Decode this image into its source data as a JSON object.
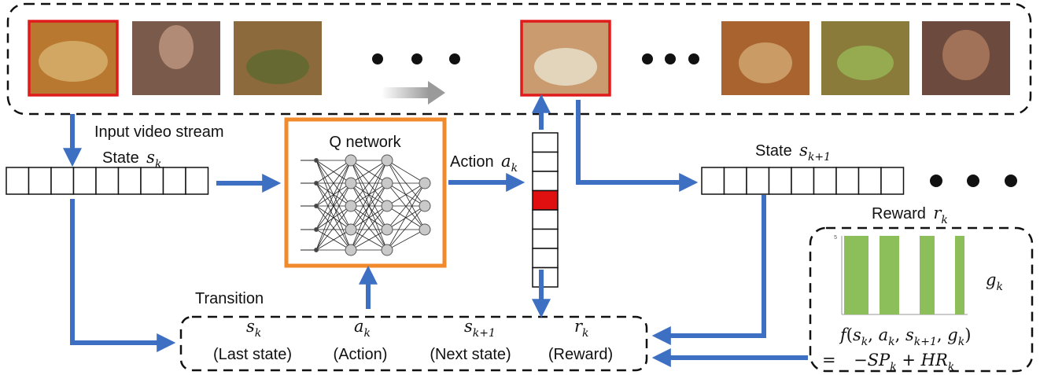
{
  "video": {
    "label": "Input video stream",
    "frame_colors": [
      "#b8782f",
      "#7a5a4a",
      "#8c6a3c",
      "#c99b6e",
      "#a8632e",
      "#8b7b3b",
      "#6c4b3e"
    ],
    "highlight_color": "#e01b1b"
  },
  "state_k": {
    "word": "State",
    "sym": "s",
    "sub": "k"
  },
  "state_k1": {
    "word": "State",
    "sym": "s",
    "sub": "k+1"
  },
  "qnet": {
    "label": "Q network",
    "border_color": "#f08a2b"
  },
  "action": {
    "word": "Action",
    "sym": "a",
    "sub": "k",
    "selected_color": "#e01010",
    "selected_index": 3,
    "cells": 8
  },
  "reward": {
    "word": "Reward",
    "sym": "r",
    "sub": "k",
    "g_sym": "g",
    "g_sub": "k",
    "bar_color": "#8cbf5a",
    "pulses": [
      1,
      1,
      0,
      1,
      0,
      1
    ],
    "axis_tick": "5",
    "formula_line1": "f(s_k, a_k, s_{k+1}, g_k)",
    "formula_eq": "=",
    "formula_line2": "−SP_k + HR_k"
  },
  "transition": {
    "label": "Transition",
    "items": [
      {
        "sym": "s",
        "sub": "k",
        "desc": "(Last state)"
      },
      {
        "sym": "a",
        "sub": "k",
        "desc": "(Action)"
      },
      {
        "sym": "s",
        "sub": "k+1",
        "desc": "(Next state)"
      },
      {
        "sym": "r",
        "sub": "k",
        "desc": "(Reward)"
      }
    ]
  },
  "colors": {
    "arrow": "#3d6fc2",
    "dashed": "#111111"
  }
}
